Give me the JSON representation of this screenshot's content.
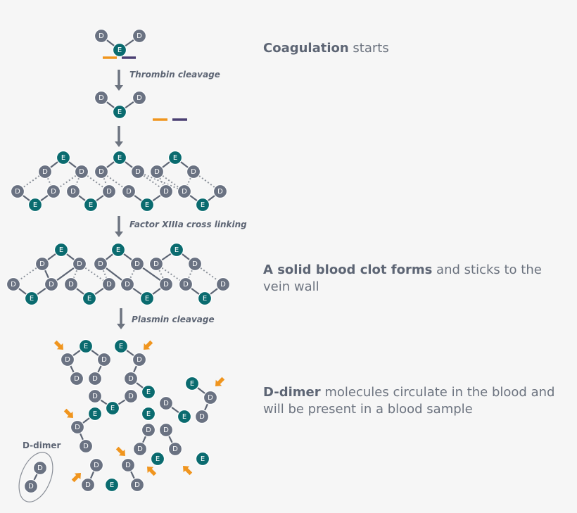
{
  "node_labels": {
    "d": "D",
    "e": "E"
  },
  "colors": {
    "d_node": "#6a7282",
    "e_node": "#0a6b6f",
    "bond": "#5d6574",
    "crosslink": "#8c929b",
    "arrow": "#6d7480",
    "fibrinopeptide_a": "#f0951e",
    "fibrinopeptide_b": "#4a3f72",
    "cleavage_arrow": "#f0951e"
  },
  "steps": {
    "thrombin": "Thrombin cleavage",
    "factor": "Factor XIIIa cross linking",
    "plasmin": "Plasmin cleavage"
  },
  "ddimer_label": "D-dimer",
  "descriptions": {
    "coagulation": {
      "bold": "Coagulation",
      "rest": " starts"
    },
    "clot": {
      "bold": "A solid blood clot forms",
      "rest": " and sticks to the vein wall"
    },
    "ddimer": {
      "bold": "D-dimer",
      "rest": " molecules circulate in the blood and will be present in a blood sample"
    }
  }
}
